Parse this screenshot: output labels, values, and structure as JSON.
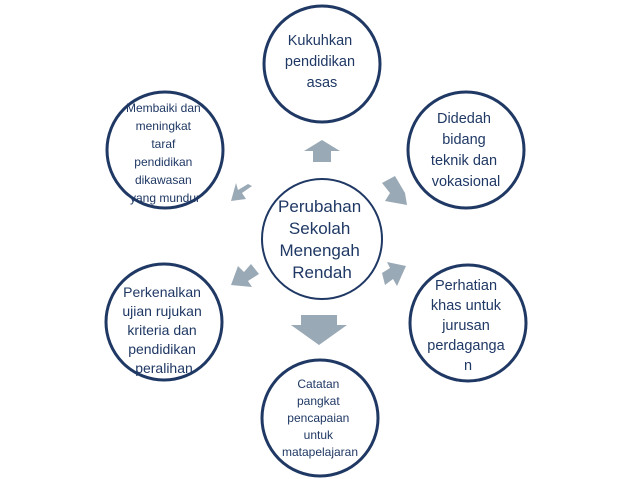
{
  "center": {
    "lines": [
      "Perubahan",
      "Sekolah",
      "Menengah",
      "Rendah"
    ]
  },
  "nodes": [
    {
      "id": "top",
      "lines": [
        "Kukuhkan",
        "pendidikan",
        "asas"
      ]
    },
    {
      "id": "upper-right",
      "lines": [
        "Didedah",
        "bidang",
        "teknik dan",
        "vokasional"
      ]
    },
    {
      "id": "lower-right",
      "lines": [
        "Perhatian",
        "khas untuk",
        "jurusan",
        "perdaganga",
        "n"
      ]
    },
    {
      "id": "bottom",
      "lines": [
        "Catatan",
        "pangkat",
        "pencapaian",
        "untuk",
        "matapelajaran"
      ]
    },
    {
      "id": "lower-left",
      "lines": [
        "Perkenalkan",
        "ujian rujukan",
        "kriteria dan",
        "pendidikan",
        "peralihan"
      ]
    },
    {
      "id": "upper-left",
      "lines": [
        "Membaiki dan",
        "meningkat",
        "taraf",
        "pendidikan",
        "dikawasan",
        "yang mundur"
      ]
    }
  ],
  "colors": {
    "outline": "#1f3864",
    "arrow": "#9aa9b6",
    "text": "#1f3864"
  }
}
